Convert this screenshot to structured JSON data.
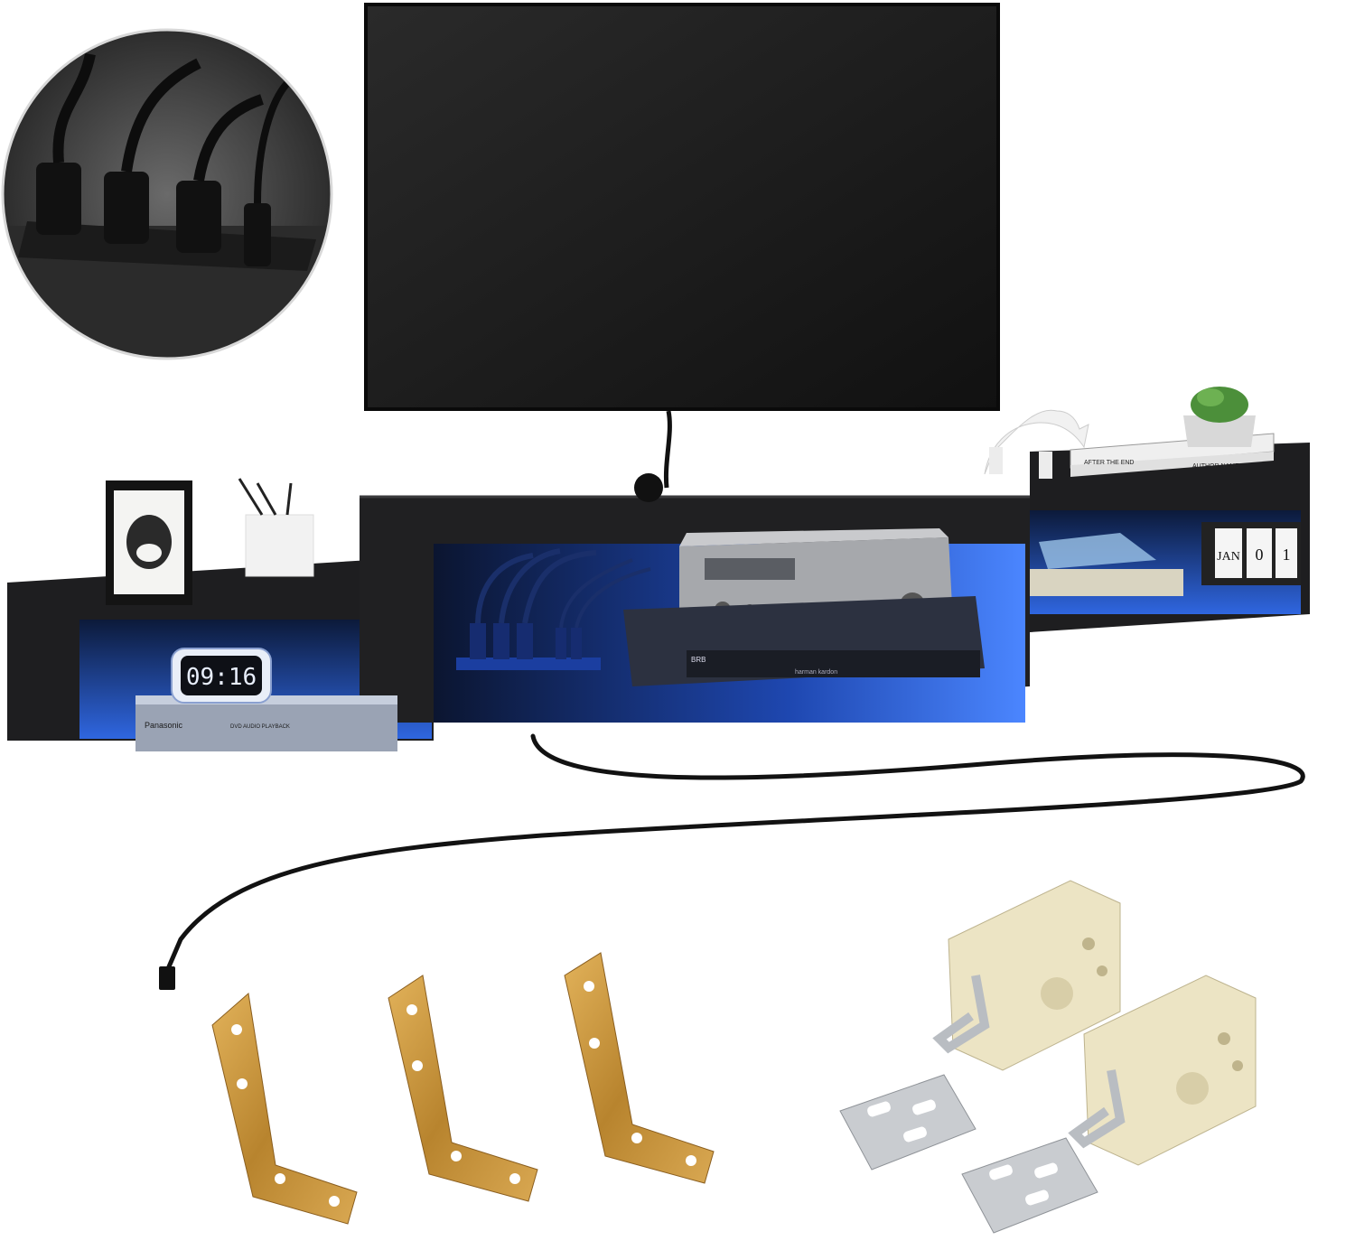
{
  "clock": {
    "time": "09:16"
  },
  "calendar": {
    "month": "JAN",
    "day_tens": "0",
    "day_ones": "1"
  },
  "books": {
    "top_title": "AFTER THE END",
    "author": "AUTHOR NAME"
  },
  "devices": {
    "dvd_brand": "Panasonic",
    "dvd_caption": "DVD AUDIO PLAYBACK",
    "player_brand": "harman kardon",
    "amp_brand": "BRB"
  },
  "colors": {
    "cabinet": "#1c1c1e",
    "led": "#2d5fd8",
    "bracket": "#c8903a",
    "clip": "#ece4c4",
    "plate": "#c9ccd0"
  }
}
